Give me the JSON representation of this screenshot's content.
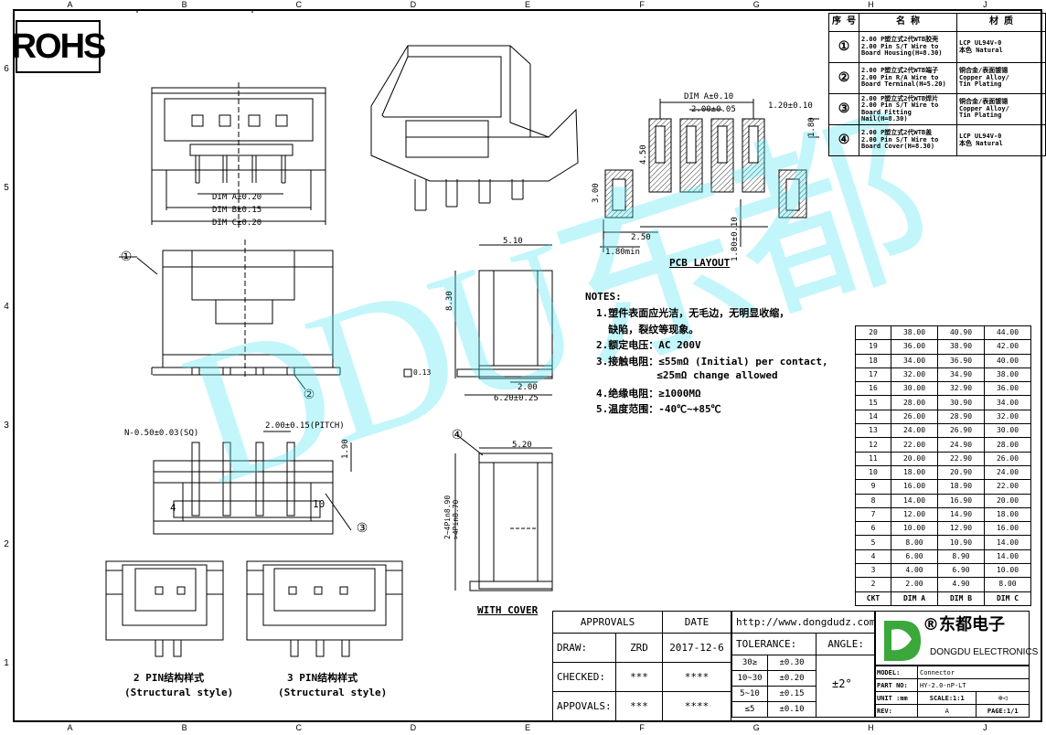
{
  "columns": [
    "A",
    "B",
    "C",
    "D",
    "E",
    "F",
    "G",
    "H",
    "J"
  ],
  "rows": [
    "6",
    "5",
    "4",
    "3",
    "2",
    "1"
  ],
  "rohs": "ROHS",
  "watermark": "DDU东都",
  "dims_top": {
    "a": "DIM A±0.20",
    "b": "DIM B±0.15",
    "c": "DIM C±0.20"
  },
  "side_dims": {
    "width": "5.10",
    "height": "8.30",
    "pin": "2.00",
    "foot": "6.20±0.25",
    "tol": "0.13"
  },
  "cover_dims": {
    "width": "5.20",
    "height1": "2~4Pin8.90",
    "height2": ">4Pin8.70",
    "title": "WITH COVER"
  },
  "pin_dims": {
    "n": "N-0.50±0.03(SQ)",
    "pitch": "2.00±0.15(PITCH)",
    "h": "1.90",
    "left_num": "4",
    "right_num": "10"
  },
  "pcb": {
    "title": "PCB LAYOUT",
    "dim_a": "DIM A±0.10",
    "pitch": "2.00±0.05",
    "pad_w": "1.20±0.10",
    "pad_h": "1.80",
    "pad_len": "4.50",
    "side_h": "3.00",
    "gap": "2.50",
    "min": "1.80min",
    "dist": "1.80±0.10"
  },
  "callouts": [
    "①",
    "②",
    "③",
    "④"
  ],
  "notes": {
    "title": "NOTES:",
    "lines": [
      "1.塑件表面应光洁，无毛边，无明显收缩，",
      "  缺陷，裂纹等现象。",
      "2.额定电压：AC 200V",
      "3.接触电阻：≤55mΩ (Initial) per contact,",
      "          ≤25mΩ change allowed",
      "4.绝缘电阻：≥1000MΩ",
      "5.温度范围：-40℃~+85℃"
    ]
  },
  "bom": {
    "headers": [
      "序 号",
      "名   称",
      "材   质"
    ],
    "rows": [
      {
        "no": "①",
        "name": [
          "2.00 P塑立式2代WTB胶壳",
          "2.00 Pin S/T Wire to",
          "Board Housing(H=8.30)"
        ],
        "mat": [
          "LCP UL94V-0",
          "本色 Natural"
        ]
      },
      {
        "no": "②",
        "name": [
          "2.00 P塑立式2代WTB端子",
          "2.00 Pin R/A Wire to",
          "Board Terminal(H=5.20)"
        ],
        "mat": [
          "铜合金/表面镀锡",
          "Copper Alloy/",
          "Tin Plating"
        ]
      },
      {
        "no": "③",
        "name": [
          "2.00 P塑立式2代WTB焊片",
          "2.00 Pin S/T Wire to",
          "Board Fitting Nail(H=8.30)"
        ],
        "mat": [
          "铜合金/表面镀锡",
          "Copper Alloy/",
          "Tin Plating"
        ]
      },
      {
        "no": "④",
        "name": [
          "2.00 P塑立式2代WTB盖",
          "2.00 Pin S/T Wire to",
          "Board Cover(H=8.30)"
        ],
        "mat": [
          "LCP UL94V-0",
          "本色 Natural"
        ]
      }
    ]
  },
  "dim_table": {
    "rows": [
      [
        "20",
        "38.00",
        "40.90",
        "44.00"
      ],
      [
        "19",
        "36.00",
        "38.90",
        "42.00"
      ],
      [
        "18",
        "34.00",
        "36.90",
        "40.00"
      ],
      [
        "17",
        "32.00",
        "34.90",
        "38.00"
      ],
      [
        "16",
        "30.00",
        "32.90",
        "36.00"
      ],
      [
        "15",
        "28.00",
        "30.90",
        "34.00"
      ],
      [
        "14",
        "26.00",
        "28.90",
        "32.00"
      ],
      [
        "13",
        "24.00",
        "26.90",
        "30.00"
      ],
      [
        "12",
        "22.00",
        "24.90",
        "28.00"
      ],
      [
        "11",
        "20.00",
        "22.90",
        "26.00"
      ],
      [
        "10",
        "18.00",
        "20.90",
        "24.00"
      ],
      [
        "9",
        "16.00",
        "18.90",
        "22.00"
      ],
      [
        "8",
        "14.00",
        "16.90",
        "20.00"
      ],
      [
        "7",
        "12.00",
        "14.90",
        "18.00"
      ],
      [
        "6",
        "10.00",
        "12.90",
        "16.00"
      ],
      [
        "5",
        "8.00",
        "10.90",
        "14.00"
      ],
      [
        "4",
        "6.00",
        "8.90",
        "14.00"
      ],
      [
        "3",
        "4.00",
        "6.90",
        "10.00"
      ],
      [
        "2",
        "2.00",
        "4.90",
        "8.00"
      ]
    ],
    "header": [
      "CKT",
      "DIM A",
      "DIM B",
      "DIM C"
    ]
  },
  "styles": {
    "two_pin": "2 PIN结构样式",
    "two_pin_en": "(Structural style)",
    "three_pin": "3 PIN结构样式",
    "three_pin_en": "(Structural style)"
  },
  "title_block": {
    "approvals": "APPROVALS",
    "date": "DATE",
    "url": "http://www.dongdudz.com",
    "draw": "DRAW:",
    "draw_by": "ZRD",
    "draw_date": "2017-12-6",
    "checked": "CHECKED:",
    "checked_by": "***",
    "checked_date": "****",
    "appovals": "APPOVALS:",
    "app_by": "***",
    "app_date": "****",
    "tolerance": "TOLERANCE:",
    "angle": "ANGLE:",
    "angle_val": "±2°",
    "tol_rows": [
      [
        "30≥",
        "±0.30"
      ],
      [
        "10~30",
        "±0.20"
      ],
      [
        "5~10",
        "±0.15"
      ],
      [
        "≤5",
        "±0.10"
      ]
    ],
    "company_cn": "®东都电子",
    "company_en": "DONGDU ELECTRONICS",
    "model_label": "MODEL:",
    "model": "Connector",
    "part_label": "PART NO:",
    "part": "HY-2.0-nP-LT",
    "unit_label": "UNIT :mm",
    "scale": "SCALE:1:1",
    "rev_label": "REV:",
    "rev": "A",
    "page": "PAGE:1/1"
  }
}
